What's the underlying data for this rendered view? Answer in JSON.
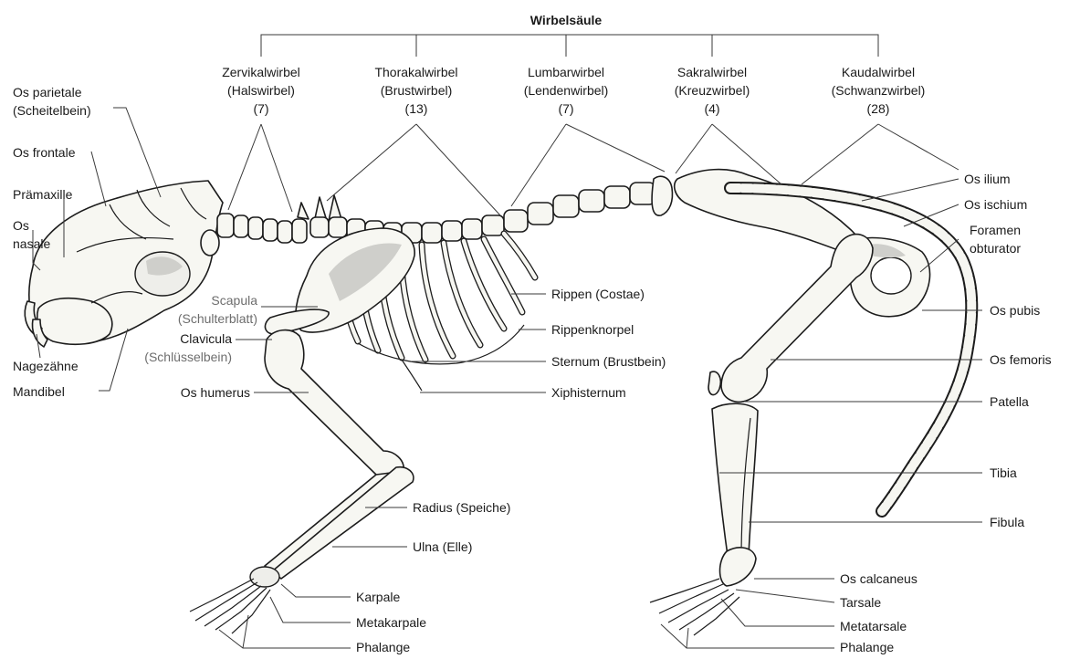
{
  "spine": {
    "title": "Wirbelsäule",
    "sections": [
      {
        "name": "Zervikalwirbel",
        "common": "(Halswirbel)",
        "count": "(7)"
      },
      {
        "name": "Thorakalwirbel",
        "common": "(Brustwirbel)",
        "count": "(13)"
      },
      {
        "name": "Lumbarwirbel",
        "common": "(Lendenwirbel)",
        "count": "(7)"
      },
      {
        "name": "Sakralwirbel",
        "common": "(Kreuzwirbel)",
        "count": "(4)"
      },
      {
        "name": "Kaudalwirbel",
        "common": "(Schwanzwirbel)",
        "count": "(28)"
      }
    ]
  },
  "head_labels": {
    "os_parietale": "Os parietale",
    "scheitelbein": "(Scheitelbein)",
    "os_frontale": "Os frontale",
    "praemaxille": "Prämaxille",
    "os": "Os",
    "nasale": "nasale",
    "nagezaehne": "Nagezähne",
    "mandibel": "Mandibel"
  },
  "forelimb_labels": {
    "scapula": "Scapula",
    "schulterblatt": "(Schulterblatt)",
    "clavicula": "Clavicula",
    "schluesselbein": "(Schlüsselbein)",
    "os_humerus": "Os humerus",
    "radius": "Radius (Speiche)",
    "ulna": "Ulna (Elle)",
    "karpale": "Karpale",
    "metakarpale": "Metakarpale",
    "phalange": "Phalange"
  },
  "trunk_labels": {
    "rippen": "Rippen (Costae)",
    "rippenknorpel": "Rippenknorpel",
    "sternum": "Sternum (Brustbein)",
    "xiphisternum": "Xiphisternum"
  },
  "hind_labels": {
    "os_ilium": "Os ilium",
    "os_ischium": "Os ischium",
    "foramen": "Foramen",
    "obturator": "obturator",
    "os_pubis": "Os pubis",
    "os_femoris": "Os femoris",
    "patella": "Patella",
    "tibia": "Tibia",
    "fibula": "Fibula",
    "os_calcaneus": "Os calcaneus",
    "tarsale": "Tarsale",
    "metatarsale": "Metatarsale",
    "phalange": "Phalange"
  }
}
